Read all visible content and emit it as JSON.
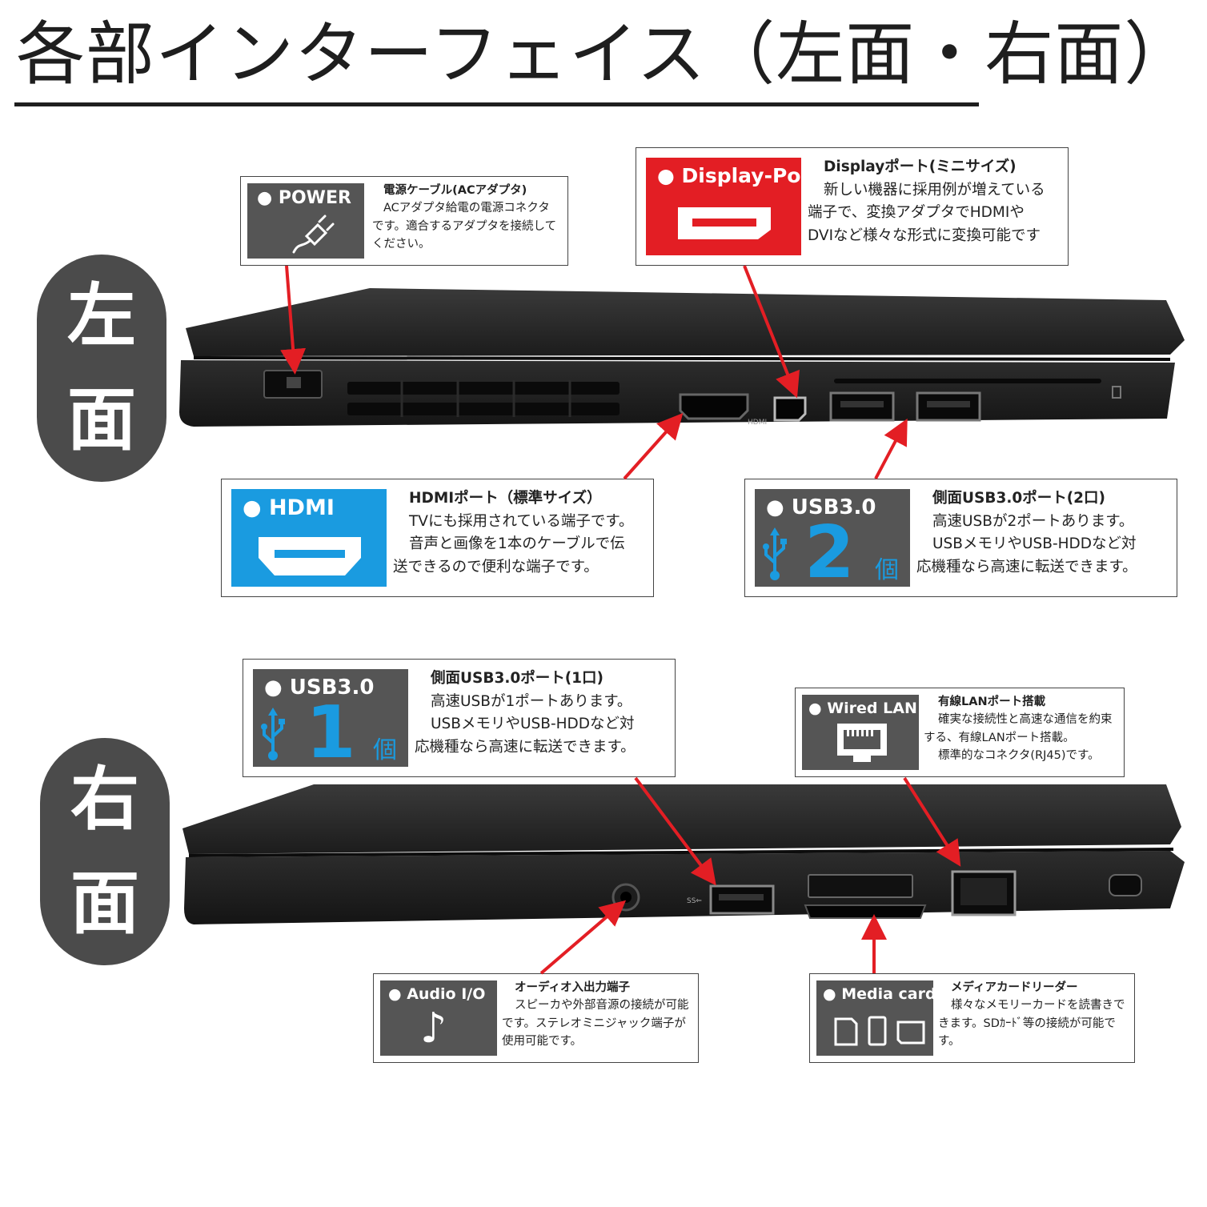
{
  "title": "各部インターフェイス（左面・右面）",
  "sides": {
    "left": [
      "左",
      "面"
    ],
    "right": [
      "右",
      "面"
    ]
  },
  "colors": {
    "red": "#e31e24",
    "blue": "#1a9be0",
    "gray": "#555555",
    "arrow": "#e31e24"
  },
  "callouts": {
    "power": {
      "label": "● POWER",
      "icon": "power-plug-icon",
      "heading": "電源ケーブル(ACアダプタ)",
      "lines": [
        "ACアダプタ給電の電源コネクタ",
        "です。適合するアダプタを接続して",
        "ください。"
      ]
    },
    "displayport": {
      "label": "● Display-Port",
      "icon": "displayport-icon",
      "heading": "Displayポート(ミニサイズ)",
      "lines": [
        "新しい機器に採用例が増えている",
        "端子で、変換アダプタでHDMIや",
        "DVIなど様々な形式に変換可能です"
      ]
    },
    "hdmi": {
      "label": "● HDMI",
      "icon": "hdmi-icon",
      "heading": "HDMIポート（標準サイズ）",
      "lines": [
        "TVにも採用されている端子です。",
        "音声と画像を1本のケーブルで伝",
        "送できるので便利な端子です。"
      ]
    },
    "usb_left": {
      "label": "● USB3.0",
      "icon": "usb-icon",
      "count": "2",
      "unit": "個",
      "heading": "側面USB3.0ポート(2口)",
      "lines": [
        "高速USBが2ポートあります。",
        "USBメモリやUSB-HDDなど対",
        "応機種なら高速に転送できます。"
      ]
    },
    "usb_right": {
      "label": "● USB3.0",
      "icon": "usb-icon",
      "count": "1",
      "unit": "個",
      "heading": "側面USB3.0ポート(1口)",
      "lines": [
        "高速USBが1ポートあります。",
        "USBメモリやUSB-HDDなど対",
        "応機種なら高速に転送できます。"
      ]
    },
    "lan": {
      "label": "● Wired LAN",
      "icon": "ethernet-port-icon",
      "heading": "有線LANポート搭載",
      "lines": [
        "確実な接続性と高速な通信を約束",
        "する、有線LANポート搭載。",
        "標準的なコネクタ(RJ45)です。"
      ]
    },
    "audio": {
      "label": "● Audio I/O",
      "icon": "music-note-icon",
      "glyph": "♪",
      "heading": "オーディオ入出力端子",
      "lines": [
        "スピーカや外部音源の接続が可能",
        "です。ステレオミニジャック端子が",
        "使用可能です。"
      ]
    },
    "media": {
      "label": "● Media card",
      "icon": "memory-card-icon",
      "heading": "メディアカードリーダー",
      "lines": [
        "様々なメモリーカードを読書きで",
        "きます。SDｶｰﾄﾞ等の接続が可能で",
        "す。"
      ]
    }
  },
  "laptop_labels": {
    "hdmi": "HDMI",
    "ss": "SS⇐"
  }
}
